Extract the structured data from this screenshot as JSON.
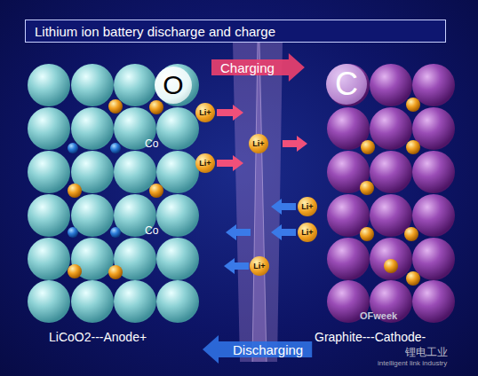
{
  "diagram": {
    "title": "Lithium ion battery discharge and charge",
    "nodes": [
      {
        "text": [
          "Charging"
        ]
      },
      {
        "text": [
          "O"
        ]
      },
      {
        "text": [
          "C"
        ]
      },
      {
        "text": [
          "Li+"
        ]
      },
      {
        "text": [
          "Li+"
        ]
      },
      {
        "text": [
          "Li+"
        ]
      },
      {
        "text": [
          "Li+"
        ]
      },
      {
        "text": [
          "Li+"
        ]
      },
      {
        "text": [
          "Li+"
        ]
      },
      {
        "text": [
          "Discharging"
        ]
      }
    ],
    "labels": [
      "Co",
      "Co",
      "LiCoO2---Anode+",
      "Graphite---Cathode-",
      "OFweek",
      "锂电工业",
      "intelligent link industry"
    ]
  }
}
